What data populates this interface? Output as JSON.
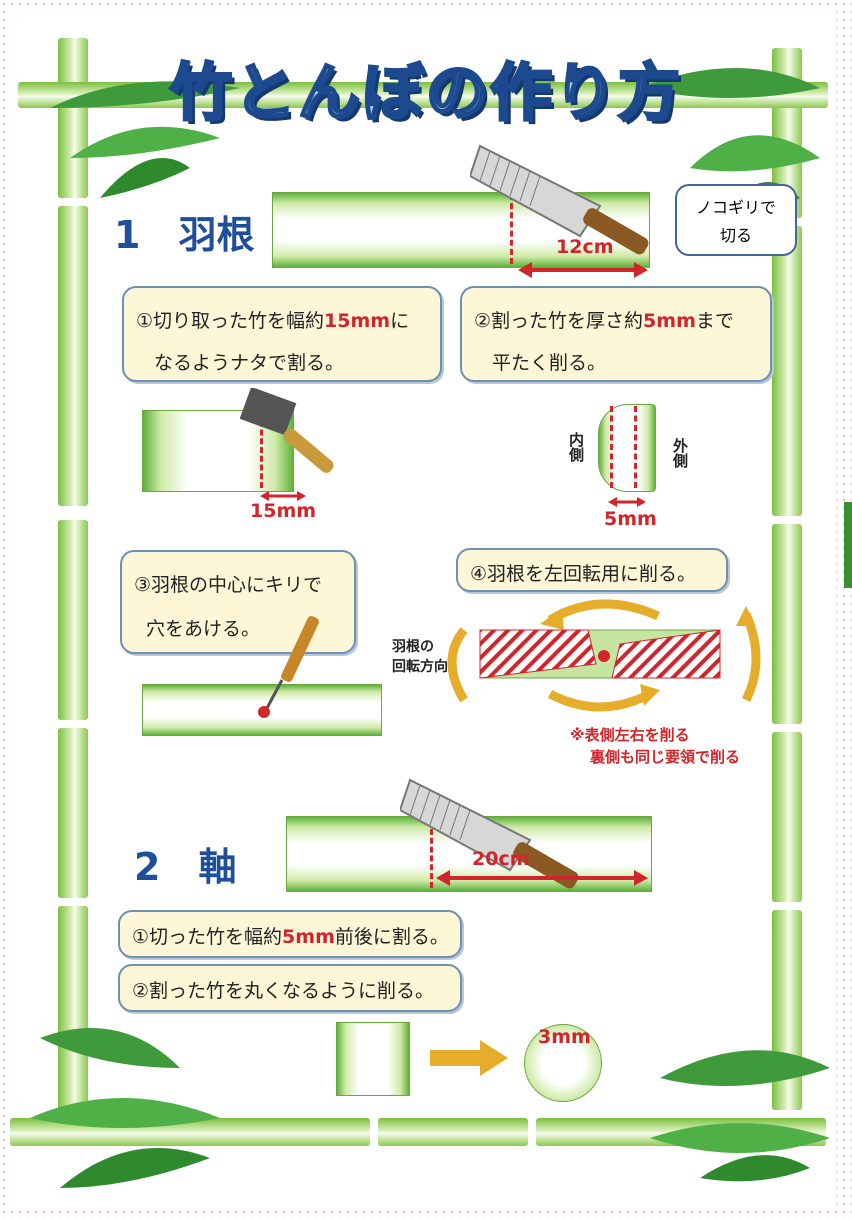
{
  "title": "竹とんぼの作り方",
  "section1": {
    "heading": "1　羽根",
    "callout_line1": "ノコギリで",
    "callout_line2": "切る",
    "measure": "12cm",
    "step1": {
      "a": "①切り取った竹を幅約",
      "b": "15mm",
      "c": "に",
      "line2": "なるようナタで割る。"
    },
    "step2": {
      "a": "②割った竹を厚さ約",
      "b": "5mm",
      "c": "まで",
      "line2": "平たく削る。"
    },
    "measure15": "15mm",
    "measure5": "5mm",
    "inner": "内側",
    "outer": "外側",
    "step3": {
      "line1": "③羽根の中心にキリで",
      "line2": "穴をあける。"
    },
    "step4": "④羽根を左回転用に削る。",
    "rotation_l1": "羽根の",
    "rotation_l2": "回転方向",
    "note_l1": "※表側左右を削る",
    "note_l2": "裏側も同じ要領で削る"
  },
  "section2": {
    "heading": "2　軸",
    "measure": "20cm",
    "step1": {
      "a": "①切った竹を幅約",
      "b": "5mm",
      "c": "前後に割る。"
    },
    "step2": "②割った竹を丸くなるように削る。",
    "measure3": "3mm"
  },
  "colors": {
    "accent_red": "#d2252b",
    "bamboo_green": "#7bbf3f",
    "note_bg": "#fdf7d8",
    "title_blue": "#1d4a8e"
  }
}
